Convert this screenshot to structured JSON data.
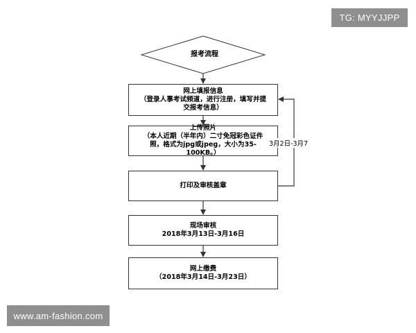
{
  "watermarks": {
    "top": "TG: MYYJJPP",
    "bottom": "www.am-fashion.com"
  },
  "flowchart": {
    "start": "报考流程",
    "steps": [
      {
        "title": "网上填报信息",
        "lines": [
          "（登录人事考试频道，进行注册，填写并提",
          "交报考信息）"
        ]
      },
      {
        "title": "上传照片",
        "lines": [
          "（本人近期（半年内）二寸免冠彩色证件",
          "照，格式为jpg或jpeg，大小为35-",
          "100KB。）"
        ]
      },
      {
        "title": "打印及审核盖章",
        "lines": []
      },
      {
        "title": "现场审核",
        "lines": [
          "2018年3月13日-3月16日"
        ]
      },
      {
        "title": "网上缴费",
        "lines": [
          "（2018年3月14日-3月23日）"
        ]
      }
    ],
    "loop_label": "3月2日-3月7"
  }
}
